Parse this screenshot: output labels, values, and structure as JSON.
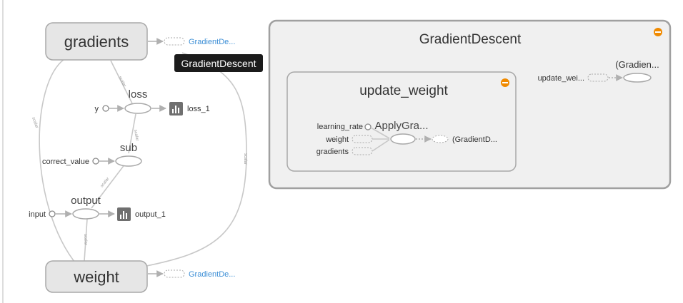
{
  "left": {
    "gradients": {
      "label": "gradients",
      "ref": "GradientDe..."
    },
    "weight": {
      "label": "weight",
      "ref": "GradientDe..."
    },
    "loss": {
      "label": "loss",
      "input": "y",
      "summary": "loss_1"
    },
    "sub": {
      "label": "sub",
      "input": "correct_value"
    },
    "output": {
      "label": "output",
      "input": "input",
      "summary": "output_1"
    },
    "tooltip": "GradientDescent",
    "edge_labels": {
      "grad_loss": "scalar",
      "grad_sub": "scalar",
      "loss_sub": "scalar",
      "sub_output": "scalar",
      "output_weight": "scalar",
      "weight_grad": "scalar"
    }
  },
  "right": {
    "title": "GradientDescent",
    "outer_node": "(Gradien...",
    "outer_input": "update_wei...",
    "update_weight": {
      "title": "update_weight",
      "op_label": "ApplyGra...",
      "inputs": [
        "learning_rate",
        "weight",
        "gradients"
      ],
      "output": "(GradientD..."
    }
  },
  "colors": {
    "node_fill": "#e6e6e6",
    "node_stroke": "#a8a8a8",
    "group_fill": "#f0f0f0",
    "collapse_badge": "#f08a00",
    "ref_link": "#3d8fd6",
    "tooltip_bg": "#1b1b1b",
    "summary_icon": "#6f6f6f"
  },
  "icons": [
    "collapse-icon",
    "summary-icon",
    "constant-circle-icon"
  ]
}
